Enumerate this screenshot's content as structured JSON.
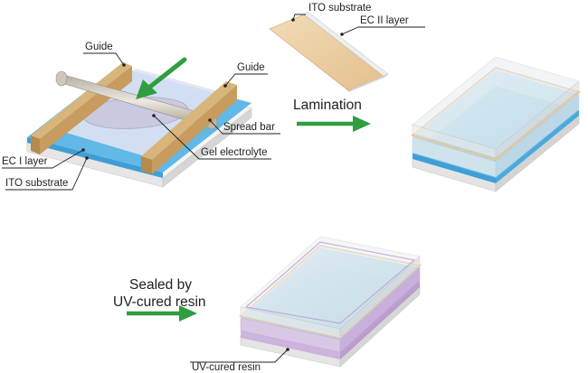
{
  "labels": {
    "guide_left": "Guide",
    "guide_right": "Guide",
    "spread_bar": "Spread bar",
    "gel_electrolyte": "Gel electrolyte",
    "ec1_layer": "EC I layer",
    "ito_substrate_bottom": "ITO substrate",
    "ito_substrate_top": "ITO substrate",
    "ec2_layer": "EC II layer",
    "uv_cured_resin": "UV-cured resin"
  },
  "steps": {
    "lamination": "Lamination",
    "sealed_line1": "Sealed by",
    "sealed_line2": "UV-cured resin"
  },
  "colors": {
    "arrow_green": "#2e9e3f",
    "ec_blue": "#5ab4e6",
    "guide_tan": "#c9a46a",
    "ec2_orange": "#e9c79a",
    "resin_purple": "#b596c8",
    "glass_gray": "#d9d9d9"
  }
}
